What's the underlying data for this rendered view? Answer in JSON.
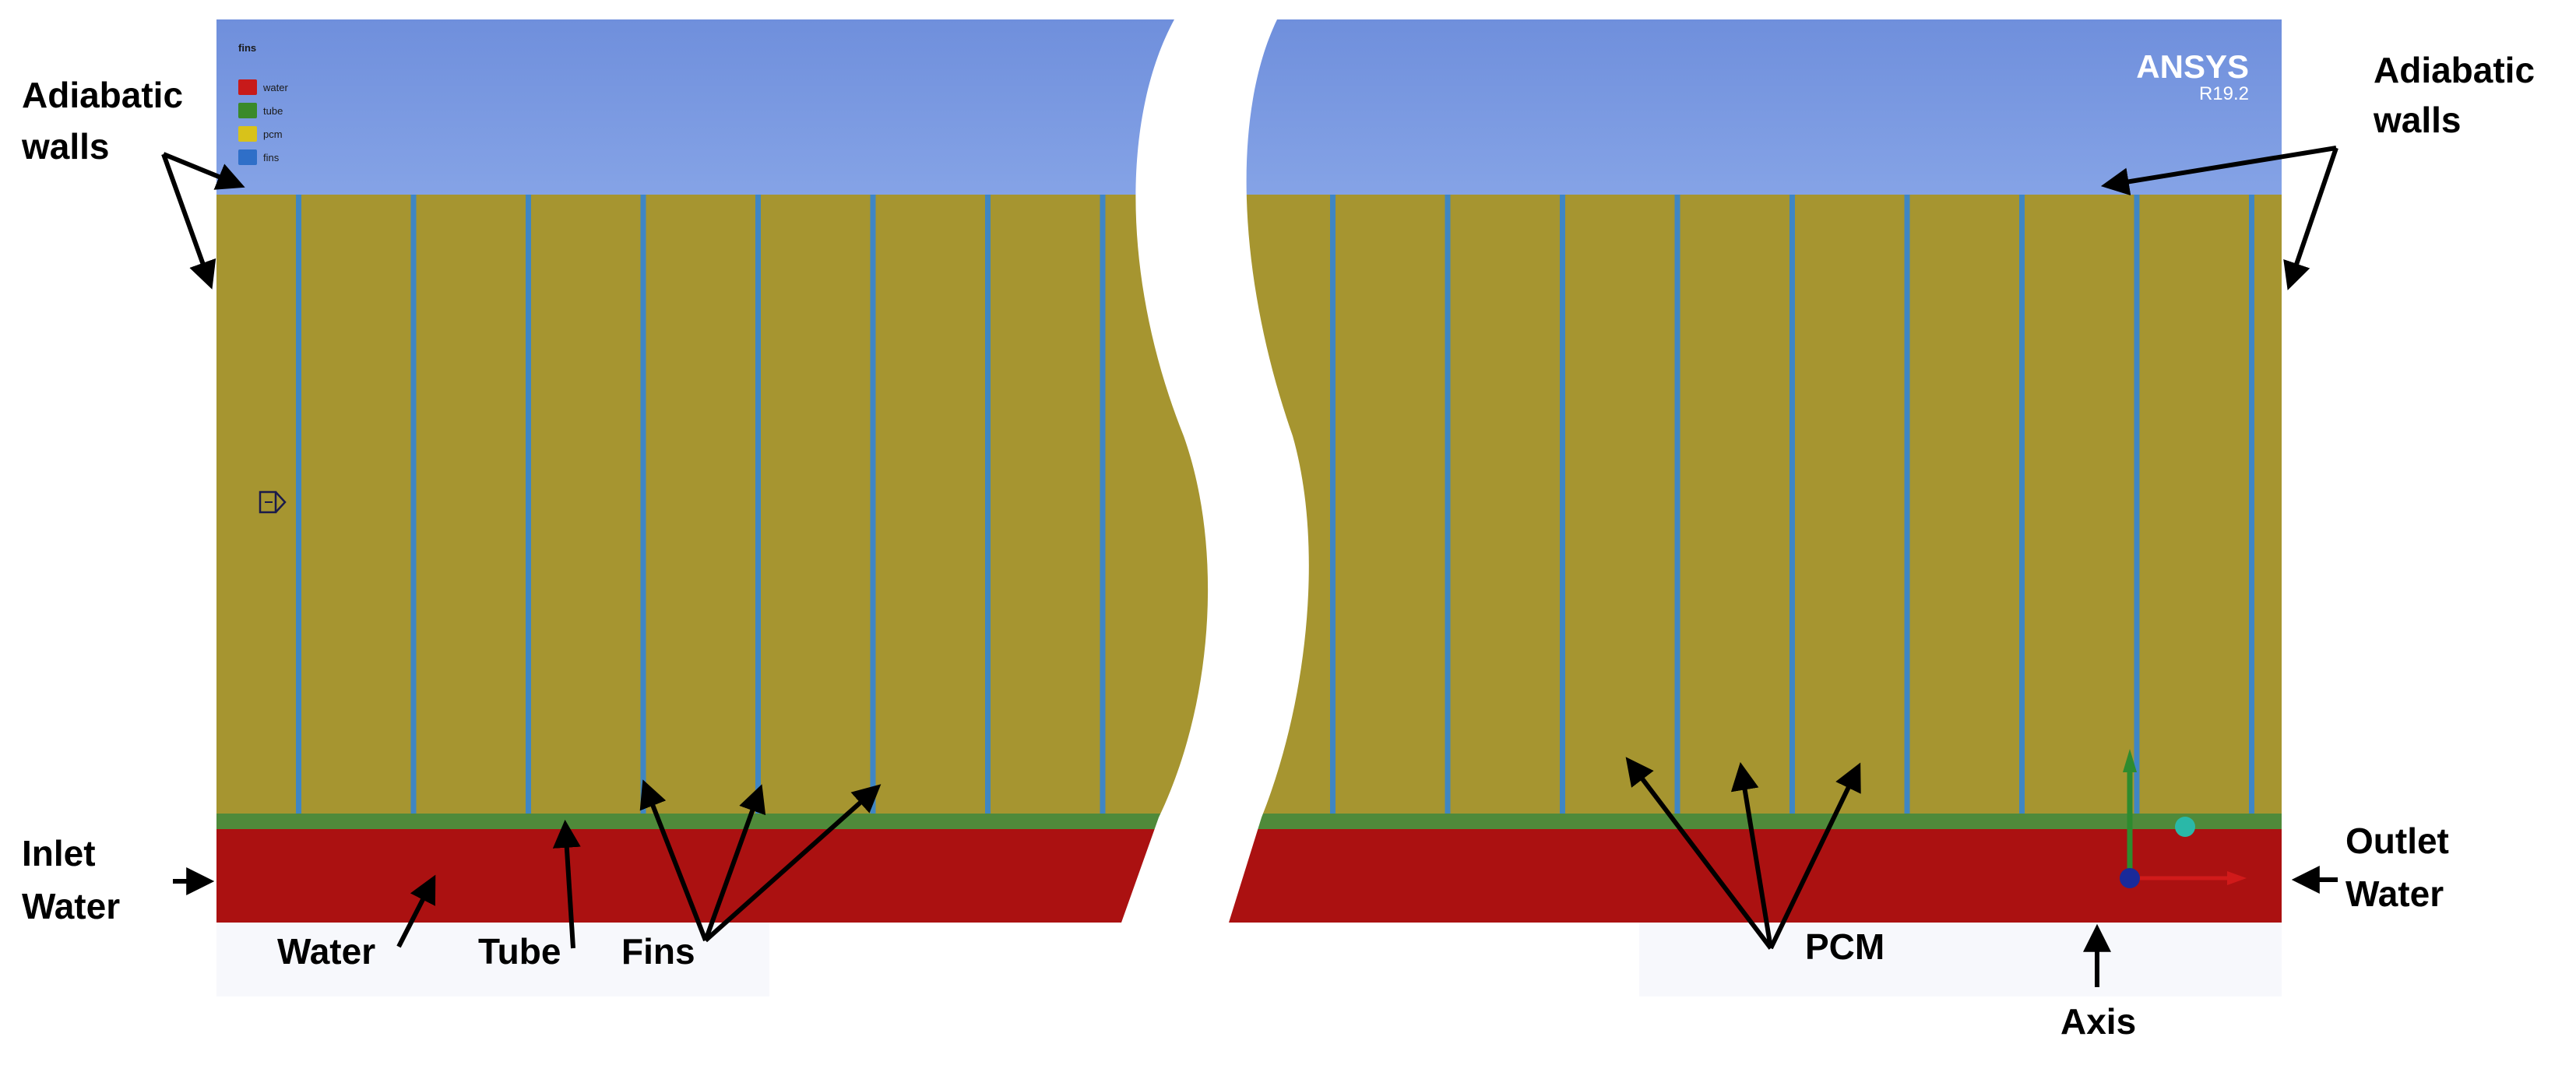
{
  "viewport": {
    "legend": {
      "title": "fins",
      "items": [
        {
          "key": "water",
          "label": "water",
          "color": "#c81a1a"
        },
        {
          "key": "tube",
          "label": "tube",
          "color": "#3a8a2a"
        },
        {
          "key": "pcm",
          "label": "pcm",
          "color": "#d8c21a"
        },
        {
          "key": "fins",
          "label": "fins",
          "color": "#2f6fc8"
        }
      ]
    },
    "logo": {
      "brand": "ANSYS",
      "version": "R19.2"
    },
    "colors": {
      "background_top": "#6f8fdc",
      "background_bottom": "#85a3e6",
      "pcm": "#a69530",
      "fin": "#3f86c4",
      "tube": "#4f8a3a",
      "water": "#ab1111"
    },
    "fin_count": {
      "left_section": 8,
      "right_section": 9
    }
  },
  "annotations": {
    "adiabatic_left": [
      "Adiabatic",
      "walls"
    ],
    "adiabatic_right": [
      "Adiabatic",
      "walls"
    ],
    "inlet": [
      "Inlet",
      "Water"
    ],
    "outlet": [
      "Outlet",
      "Water"
    ],
    "water": "Water",
    "tube": "Tube",
    "fins": "Fins",
    "pcm": "PCM",
    "axis": "Axis"
  }
}
